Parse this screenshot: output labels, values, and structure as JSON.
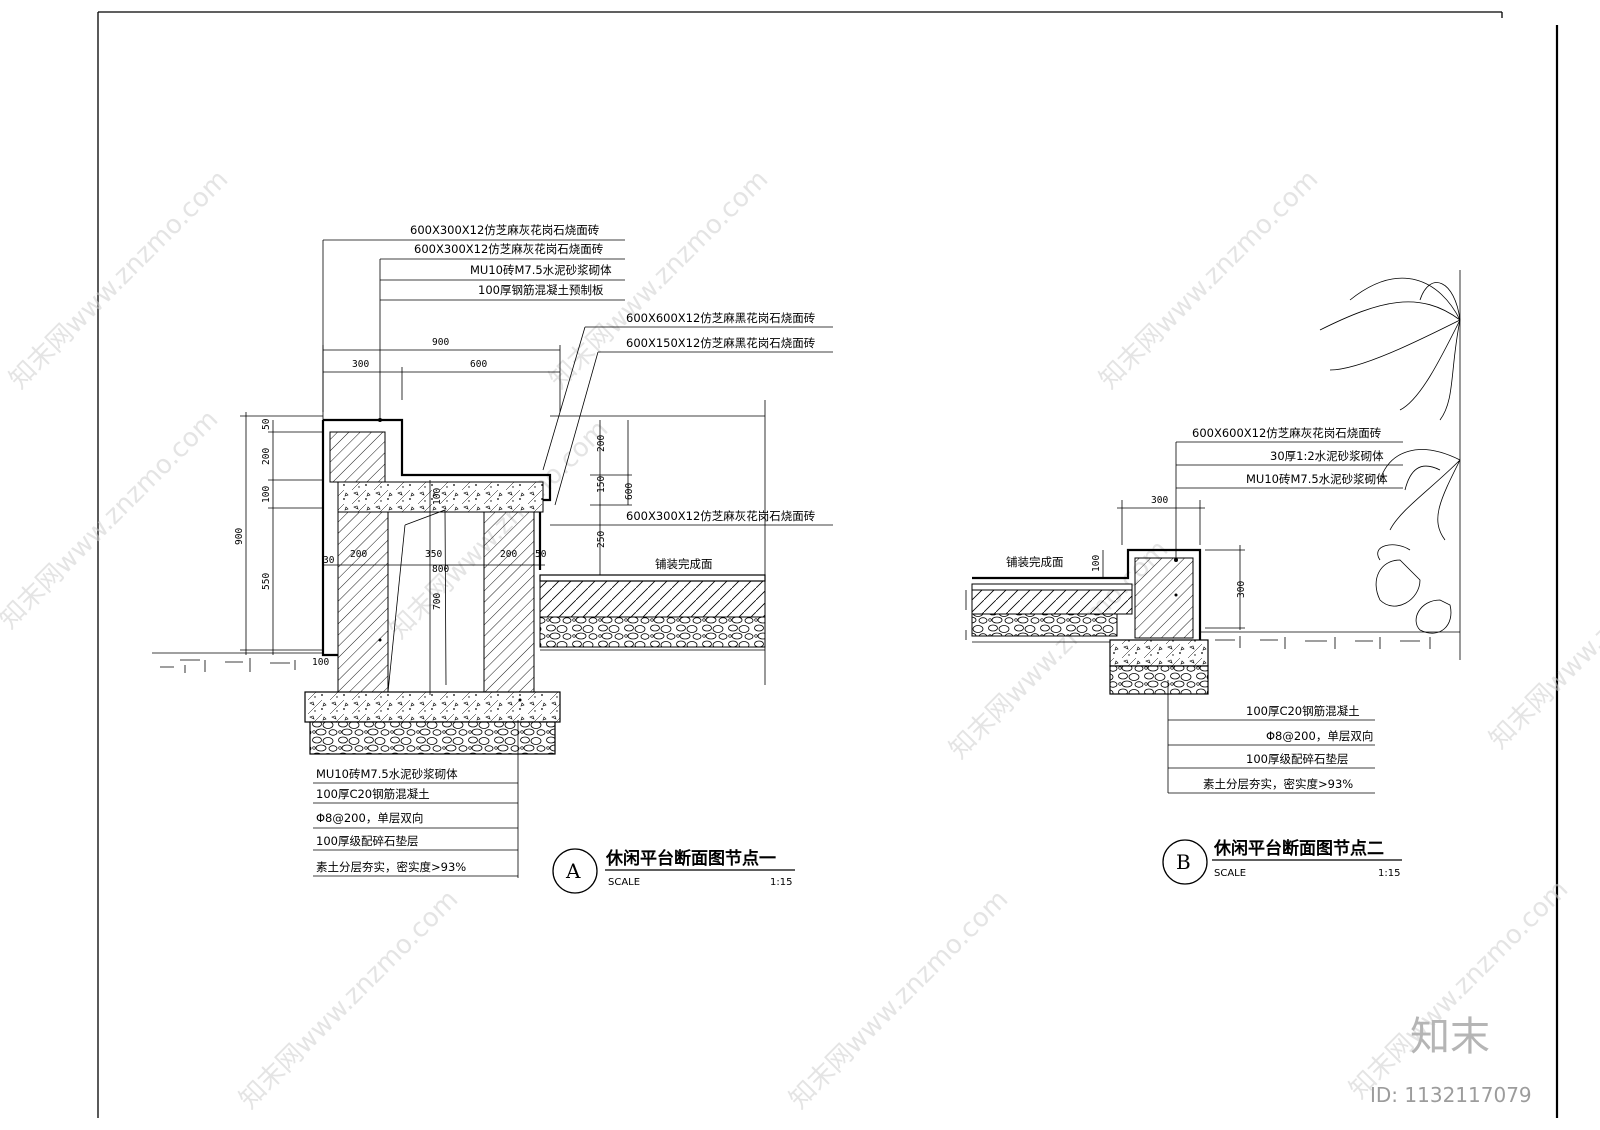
{
  "detail_a": {
    "labels_top": [
      "600X300X12仿芝麻灰花岗石烧面砖",
      "600X300X12仿芝麻灰花岗石烧面砖",
      "MU10砖M7.5水泥砂浆砌体",
      "100厚钢筋混凝土预制板"
    ],
    "labels_right": [
      "600X600X12仿芝麻黑花岗石烧面砖",
      "600X150X12仿芝麻黑花岗石烧面砖"
    ],
    "label_mid": "600X300X12仿芝麻灰花岗石烧面砖",
    "paving_label": "铺装完成面",
    "labels_bottom": [
      "MU10砖M7.5水泥砂浆砌体",
      "100厚C20钢筋混凝土",
      "Φ8@200，单层双向",
      "100厚级配碎石垫层",
      "素土分层夯实，密实度>93%"
    ],
    "dims": {
      "d900": "900",
      "d300": "300",
      "d600": "600",
      "v50": "50",
      "v200": "200",
      "v100": "100",
      "v900": "900",
      "v550": "550",
      "v100b": "100",
      "v100c": "100",
      "h200a": "200",
      "h350": "350",
      "h200b": "200",
      "h800": "800",
      "h50": "50",
      "h30": "30",
      "v700": "700",
      "r200": "200",
      "r150": "150",
      "r600": "600",
      "r250": "250"
    },
    "tag": "A",
    "title": "休闲平台断面图节点一",
    "scale_label": "SCALE",
    "scale_value": "1:15"
  },
  "detail_b": {
    "labels_top": [
      "600X600X12仿芝麻灰花岗石烧面砖",
      "30厚1:2水泥砂浆砌体",
      "MU10砖M7.5水泥砂浆砌体"
    ],
    "paving_label": "铺装完成面",
    "labels_bottom": [
      "100厚C20钢筋混凝土",
      "Φ8@200，单层双向",
      "100厚级配碎石垫层",
      "素土分层夯实，密实度>93%"
    ],
    "dims": {
      "d300": "300",
      "v100": "100",
      "v300": "300"
    },
    "tag": "B",
    "title": "休闲平台断面图节点二",
    "scale_label": "SCALE",
    "scale_value": "1:15"
  },
  "watermark": {
    "text": "知末网www.znzmo.com",
    "brand": "知末",
    "id": "ID: 1132117079"
  }
}
